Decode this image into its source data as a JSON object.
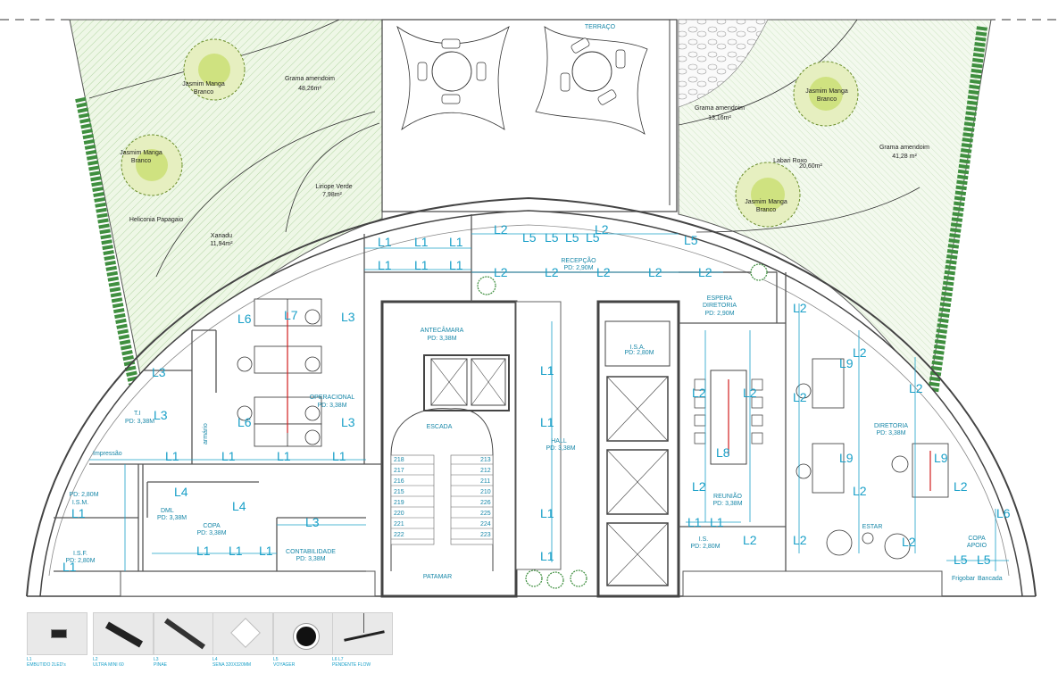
{
  "rooms": {
    "terraco": "TERRAÇO",
    "antecamara": "ANTECÂMARA",
    "antecamara_pd": "PD: 3,38M",
    "escada": "ESCADA",
    "patamar": "PATAMAR",
    "recepcao": "RECEPÇÃO",
    "recepcao_pd": "PD: 2,90M",
    "operacional": "OPERACIONAL",
    "operacional_pd": "PD: 3,38M",
    "ti": "T.I",
    "ti_pd": "PD: 3,38M",
    "ism": "I.S.M.",
    "ism_pd": "PD: 2,80M",
    "isf": "I.S.F.",
    "isf_pd": "PD: 2,80M",
    "dml": "DML",
    "dml_pd": "PD: 3,38M",
    "copa": "COPA",
    "copa_pd": "PD: 3,38M",
    "contabilidade": "CONTABILIDADE",
    "contabilidade_pd": "PD: 3,38M",
    "hall": "HALL",
    "hall_pd": "PD: 3,38M",
    "isa": "I.S.A.",
    "isa_pd": "PD: 2,80M",
    "espera": "ESPERA",
    "espera2": "DIRETORIA",
    "espera_pd": "PD: 2,90M",
    "reuniao": "REUNIÃO",
    "reuniao_pd": "PD: 3,38M",
    "is": "I.S.",
    "is_pd": "PD: 2,80M",
    "diretoria": "DIRETORIA",
    "diretoria_pd": "PD: 3,38M",
    "estar": "ESTAR",
    "copa_apoio": "COPA",
    "copa_apoio2": "APOIO",
    "impressao": "Impressão",
    "armario": "armário",
    "bancada": "Bancada",
    "frigobar": "Frigobar"
  },
  "garden": {
    "jasmim1a": "Jasmim Manga",
    "jasmim1b": "Branco",
    "grama1": "Grama amendoim",
    "grama1_area": "48,26m²",
    "jasmim2a": "Jasmim Manga",
    "jasmim2b": "Branco",
    "liriope": "Liriope Verde",
    "liriope_area": "7,98m²",
    "heliconia": "Heliconia Papagaio",
    "xanadu": "Xanadu",
    "xanadu_area": "11,94m²",
    "grama2": "Grama amendoim",
    "grama2_area": "13,16m²",
    "jasmim3a": "Jasmim Manga",
    "jasmim3b": "Branco",
    "grama3": "Grama amendoim",
    "grama3_area": "41,28 m²",
    "labari": "Labari Roxo",
    "labari_area": "20,60m²",
    "jasmim4a": "Jasmim Manga",
    "jasmim4b": "Branco"
  },
  "tags": {
    "l1": "L1",
    "l2": "L2",
    "l3": "L3",
    "l4": "L4",
    "l5": "L5",
    "l6": "L6",
    "l7": "L7",
    "l8": "L8",
    "l9": "L9"
  },
  "stairs": {
    "left": [
      "218",
      "217",
      "216",
      "215",
      "219",
      "220",
      "221",
      "222"
    ],
    "right": [
      "213",
      "212",
      "211",
      "210",
      "226",
      "225",
      "224",
      "223"
    ]
  },
  "legend": [
    {
      "code": "L1",
      "name": "EMBUTIDO 2LED's"
    },
    {
      "code": "L2",
      "name": "ULTRA MINI 60"
    },
    {
      "code": "L3",
      "name": "PINAE"
    },
    {
      "code": "L4",
      "name": "SENA 320X320MM"
    },
    {
      "code": "L5",
      "name": "VOYAGER"
    },
    {
      "code": "L6   L7",
      "name": "PENDENTE FLOW"
    }
  ],
  "colors": {
    "wall": "#444444",
    "cyan": "#1aa0c8",
    "grass": "#dff0cf",
    "hedge": "#3f8f3f",
    "red": "#d21e1e"
  }
}
